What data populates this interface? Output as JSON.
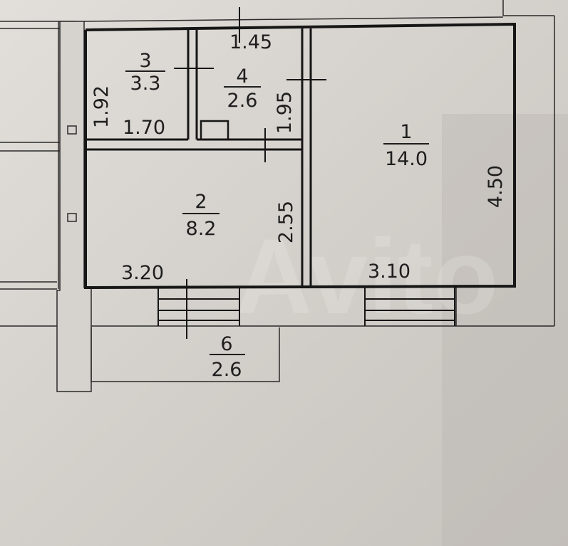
{
  "watermark": "Avito",
  "rooms": [
    {
      "id": "1",
      "number": "1",
      "area": "14.0"
    },
    {
      "id": "2",
      "number": "2",
      "area": "8.2"
    },
    {
      "id": "3",
      "number": "3",
      "area": "3.3"
    },
    {
      "id": "4",
      "number": "4",
      "area": "2.6"
    },
    {
      "id": "6",
      "number": "6",
      "area": "2.6"
    }
  ],
  "dimensions": {
    "room3_height": "1.92",
    "room3_width": "1.70",
    "room4_width": "1.45",
    "room4_height": "1.95",
    "room2_height": "2.55",
    "room2_width": "3.20",
    "room1_width": "3.10",
    "room1_height": "4.50"
  }
}
